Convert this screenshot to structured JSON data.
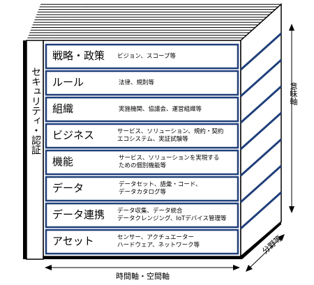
{
  "security_label": "セキュリティ・認証",
  "axes": {
    "vertical": "意味軸",
    "horizontal": "時間軸・空間軸",
    "depth": "分野等"
  },
  "layers": [
    {
      "title": "戦略・政策",
      "desc": "ビジョン、スコープ等"
    },
    {
      "title": "ルール",
      "desc": "法律、規則等"
    },
    {
      "title": "組織",
      "desc": "実施機関、協議会、運営組織等"
    },
    {
      "title": "ビジネス",
      "desc": "サービス、ソリューション、規約・契約\nエコシステム、実証試験等"
    },
    {
      "title": "機能",
      "desc": "サービス、ソリューションを実現する\nための個別機能等"
    },
    {
      "title": "データ",
      "desc": "データセット、語彙・コード、\nデータカタログ等"
    },
    {
      "title": "データ連携",
      "desc": "データ収集、データ統合\nデータクレンジング、IoTデバイス管理等"
    },
    {
      "title": "アセット",
      "desc": "センサー、アクチュエーター\nハードウェア、ネットワーク等"
    }
  ],
  "colors": {
    "layer_border": "#1f3f7a",
    "frame": "#000000"
  }
}
